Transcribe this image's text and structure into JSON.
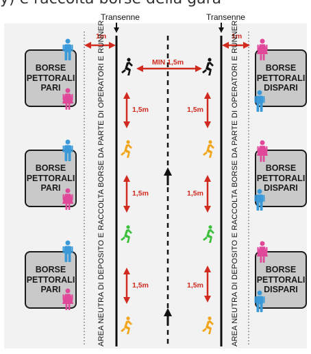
{
  "top_partial_text": "y) e raccolta borse della gara",
  "barrier_label": "Transenne",
  "zone_left_text": "BORSE\nPETTORALI\nPARI",
  "zone_right_text": "BORSE\nPETTORALI\nDISPARI",
  "side_text": "AREA NEUTRA DI DEPOSITO E RACCOLTA BORSE DA PARTE DI OPERATORI E RUNNER",
  "dist_1m": "1m",
  "dist_min": "MIN 1,5m",
  "dist_15": "1,5m",
  "colors": {
    "blue_person": "#3a9ad9",
    "pink_person": "#e0489a",
    "red_arrow": "#d12a1e",
    "runner_yellow": "#f2a51a",
    "runner_green": "#3cbf3a"
  }
}
